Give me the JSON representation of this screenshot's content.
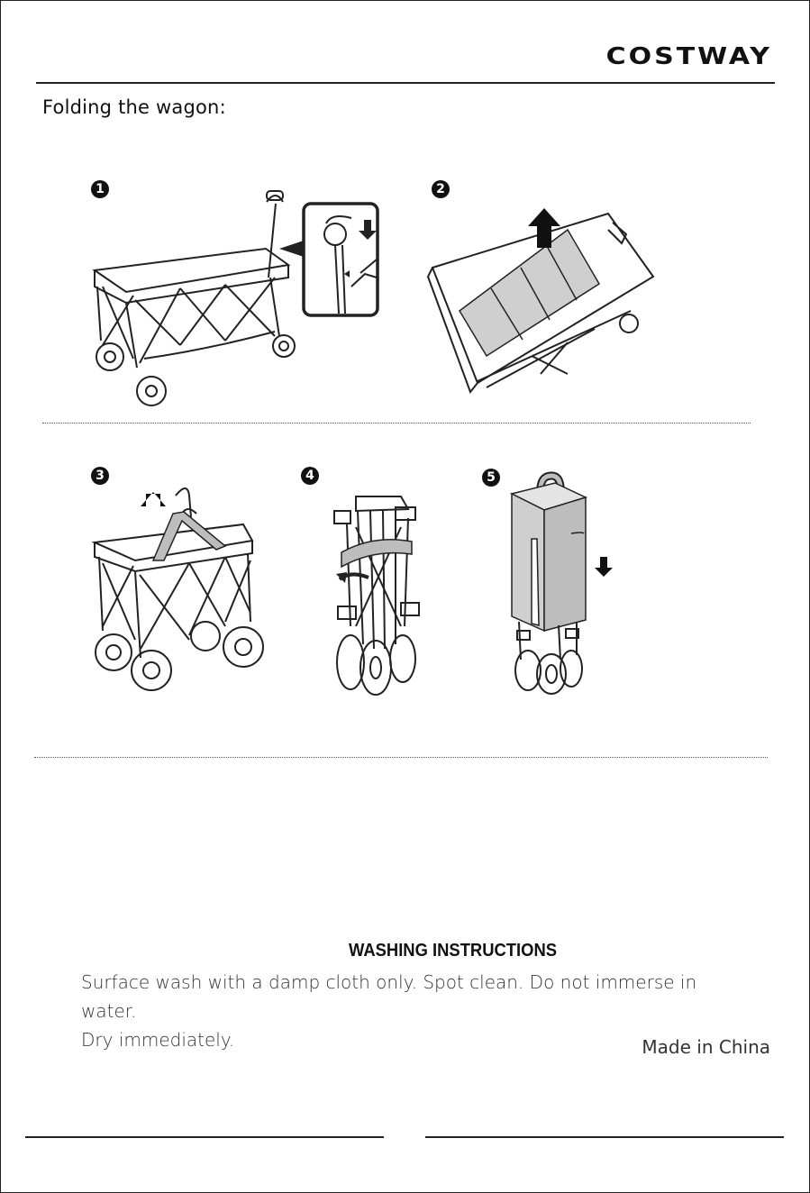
{
  "header": {
    "brand": "COSTWAY"
  },
  "section": {
    "title": "Folding the wagon:"
  },
  "steps": [
    {
      "number": "1"
    },
    {
      "number": "2"
    },
    {
      "number": "3"
    },
    {
      "number": "4"
    },
    {
      "number": "5"
    }
  ],
  "washing": {
    "title": "WASHING INSTRUCTIONS",
    "line1": "Surface wash with a damp cloth only. Spot clean. Do not immerse in water.",
    "line2": "Dry immediately."
  },
  "footer": {
    "made_in": "Made in China"
  },
  "colors": {
    "fabric_gray": "#cfcfcf",
    "line": "#222222"
  }
}
